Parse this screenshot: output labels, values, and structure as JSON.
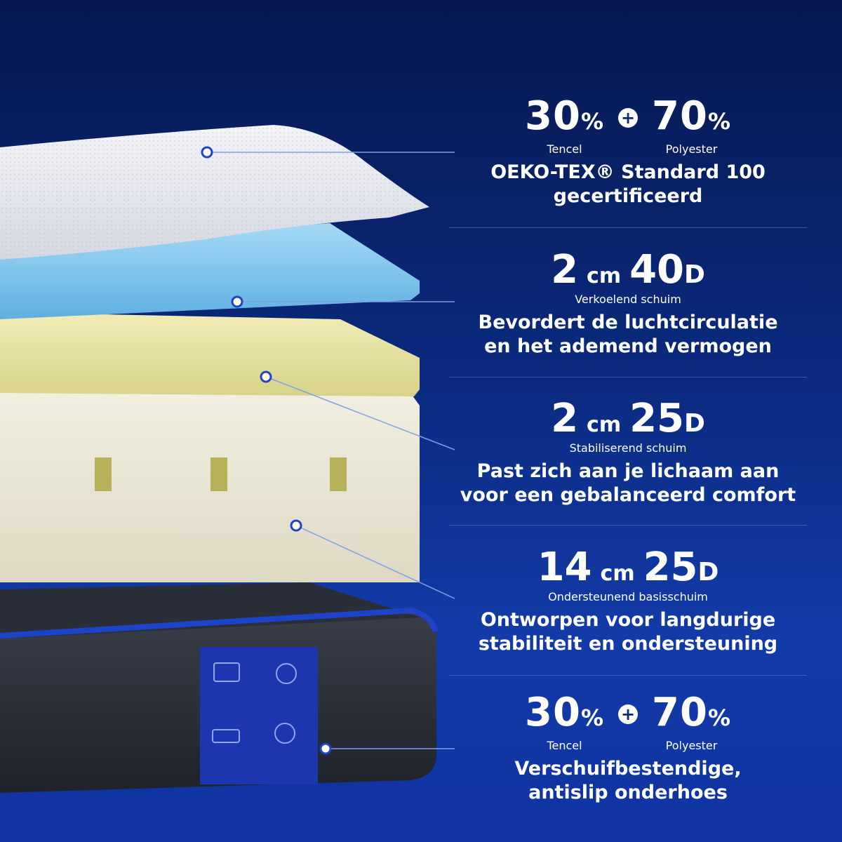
{
  "sections": [
    {
      "kind": "ratio",
      "left_value": "30",
      "left_unit": "%",
      "left_label": "Tencel",
      "plus": "+",
      "right_value": "70",
      "right_unit": "%",
      "right_label": "Polyester",
      "desc_line1": "OEKO-TEX® Standard 100",
      "desc_line2": "gecertificeerd"
    },
    {
      "kind": "measure",
      "thickness": "2",
      "thickness_unit": "cm",
      "density": "40",
      "density_unit": "D",
      "sublabel": "Verkoelend schuim",
      "desc_line1": "Bevordert de luchtcirculatie",
      "desc_line2": "en het ademend vermogen"
    },
    {
      "kind": "measure",
      "thickness": "2",
      "thickness_unit": "cm",
      "density": "25",
      "density_unit": "D",
      "sublabel": "Stabiliserend schuim",
      "desc_line1": "Past zich aan je lichaam aan",
      "desc_line2": "voor een gebalanceerd comfort"
    },
    {
      "kind": "measure",
      "thickness": "14",
      "thickness_unit": "cm",
      "density": "25",
      "density_unit": "D",
      "sublabel": "Ondersteunend basisschuim",
      "desc_line1": "Ontworpen voor langdurige",
      "desc_line2": "stabiliteit en ondersteuning"
    },
    {
      "kind": "ratio",
      "left_value": "30",
      "left_unit": "%",
      "left_label": "Tencel",
      "plus": "+",
      "right_value": "70",
      "right_unit": "%",
      "right_label": "Polyester",
      "desc_line1": "Verschuifbestendige,",
      "desc_line2": "antislip onderhoes"
    }
  ],
  "colors": {
    "background_top": "#07184f",
    "background_bottom": "#123ba8",
    "cover_layer": "#e6e8f0",
    "cooling_foam": "#7ec3ea",
    "stabilizing_foam": "#e4df9f",
    "base_foam": "#ece8d6",
    "bottom_cover": "#2b2f3a",
    "accent_blue": "#1f43c8"
  }
}
